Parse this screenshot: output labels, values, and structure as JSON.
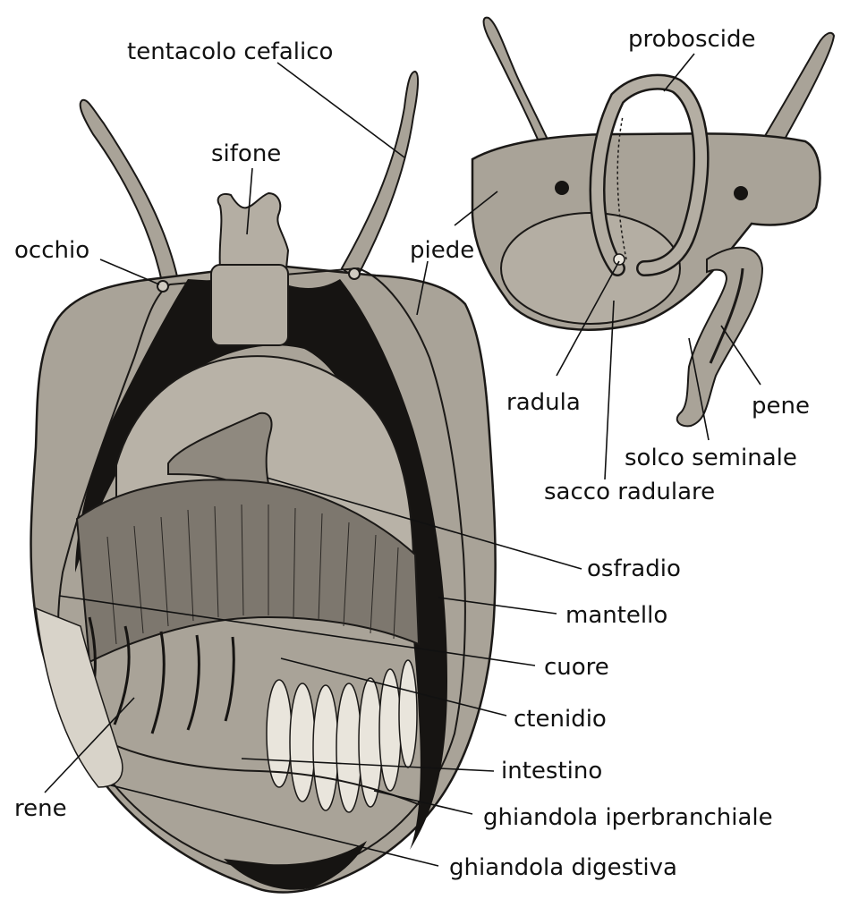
{
  "colors": {
    "background": "#ffffff",
    "body_fill": "#a9a398",
    "body_light": "#c2bcb1",
    "dark_cavity": "#161412",
    "outline": "#1b1917"
  },
  "labels": {
    "tentacolo_cefalico": "tentacolo cefalico",
    "sifone": "sifone",
    "occhio": "occhio",
    "piede": "piede",
    "proboscide": "proboscide",
    "radula": "radula",
    "pene": "pene",
    "solco_seminale": "solco seminale",
    "sacco_radulare": "sacco radulare",
    "osfradio": "osfradio",
    "mantello": "mantello",
    "cuore": "cuore",
    "ctenidio": "ctenidio",
    "intestino": "intestino",
    "rene": "rene",
    "ghiandola_iperbranchiale": "ghiandola iperbranchiale",
    "ghiandola_digestiva": "ghiandola digestiva"
  }
}
